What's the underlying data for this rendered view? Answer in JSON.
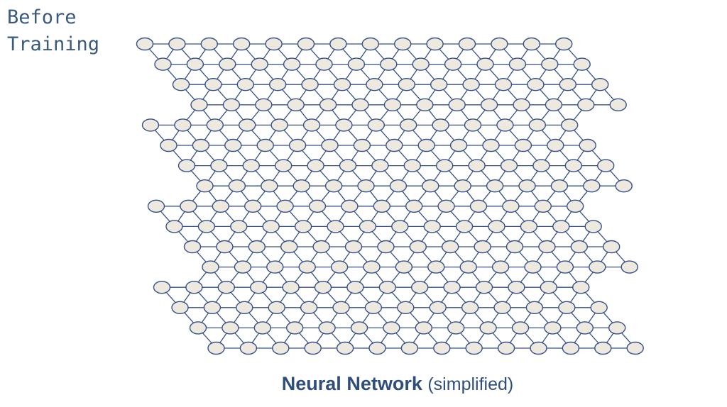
{
  "heading": {
    "line1": "Before",
    "line2": "Training"
  },
  "caption": {
    "main": "Neural Network",
    "sub": "(simplified)"
  },
  "network": {
    "rows": 16,
    "nodes_per_row": 14,
    "node_fill": "#ede9df",
    "node_stroke": "#35508a",
    "edge_color": "#35508a"
  },
  "colors": {
    "heading": "#3a5a7c",
    "caption": "#2f4f7a"
  }
}
